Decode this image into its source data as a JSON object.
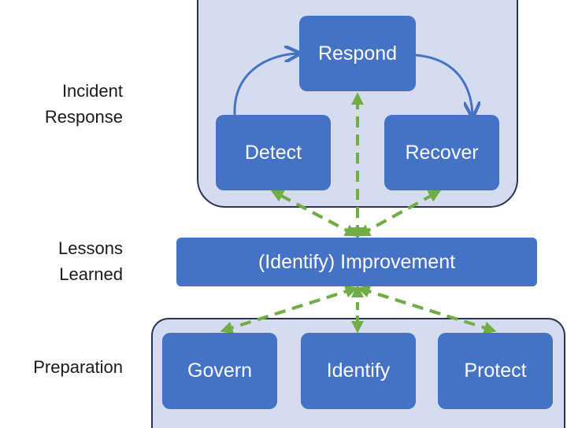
{
  "labels": {
    "incident_response_line1": "Incident",
    "incident_response_line2": "Response",
    "lessons_learned_line1": "Lessons",
    "lessons_learned_line2": "Learned",
    "preparation": "Preparation"
  },
  "nodes": {
    "respond": "Respond",
    "detect": "Detect",
    "recover": "Recover",
    "improvement": "(Identify) Improvement",
    "govern": "Govern",
    "identify": "Identify",
    "protect": "Protect"
  },
  "colors": {
    "node_fill": "#4472c4",
    "panel_fill": "#d6dcef",
    "panel_border": "#2b3553",
    "solid_arrow": "#4472c4",
    "dashed_arrow": "#70ad47"
  }
}
